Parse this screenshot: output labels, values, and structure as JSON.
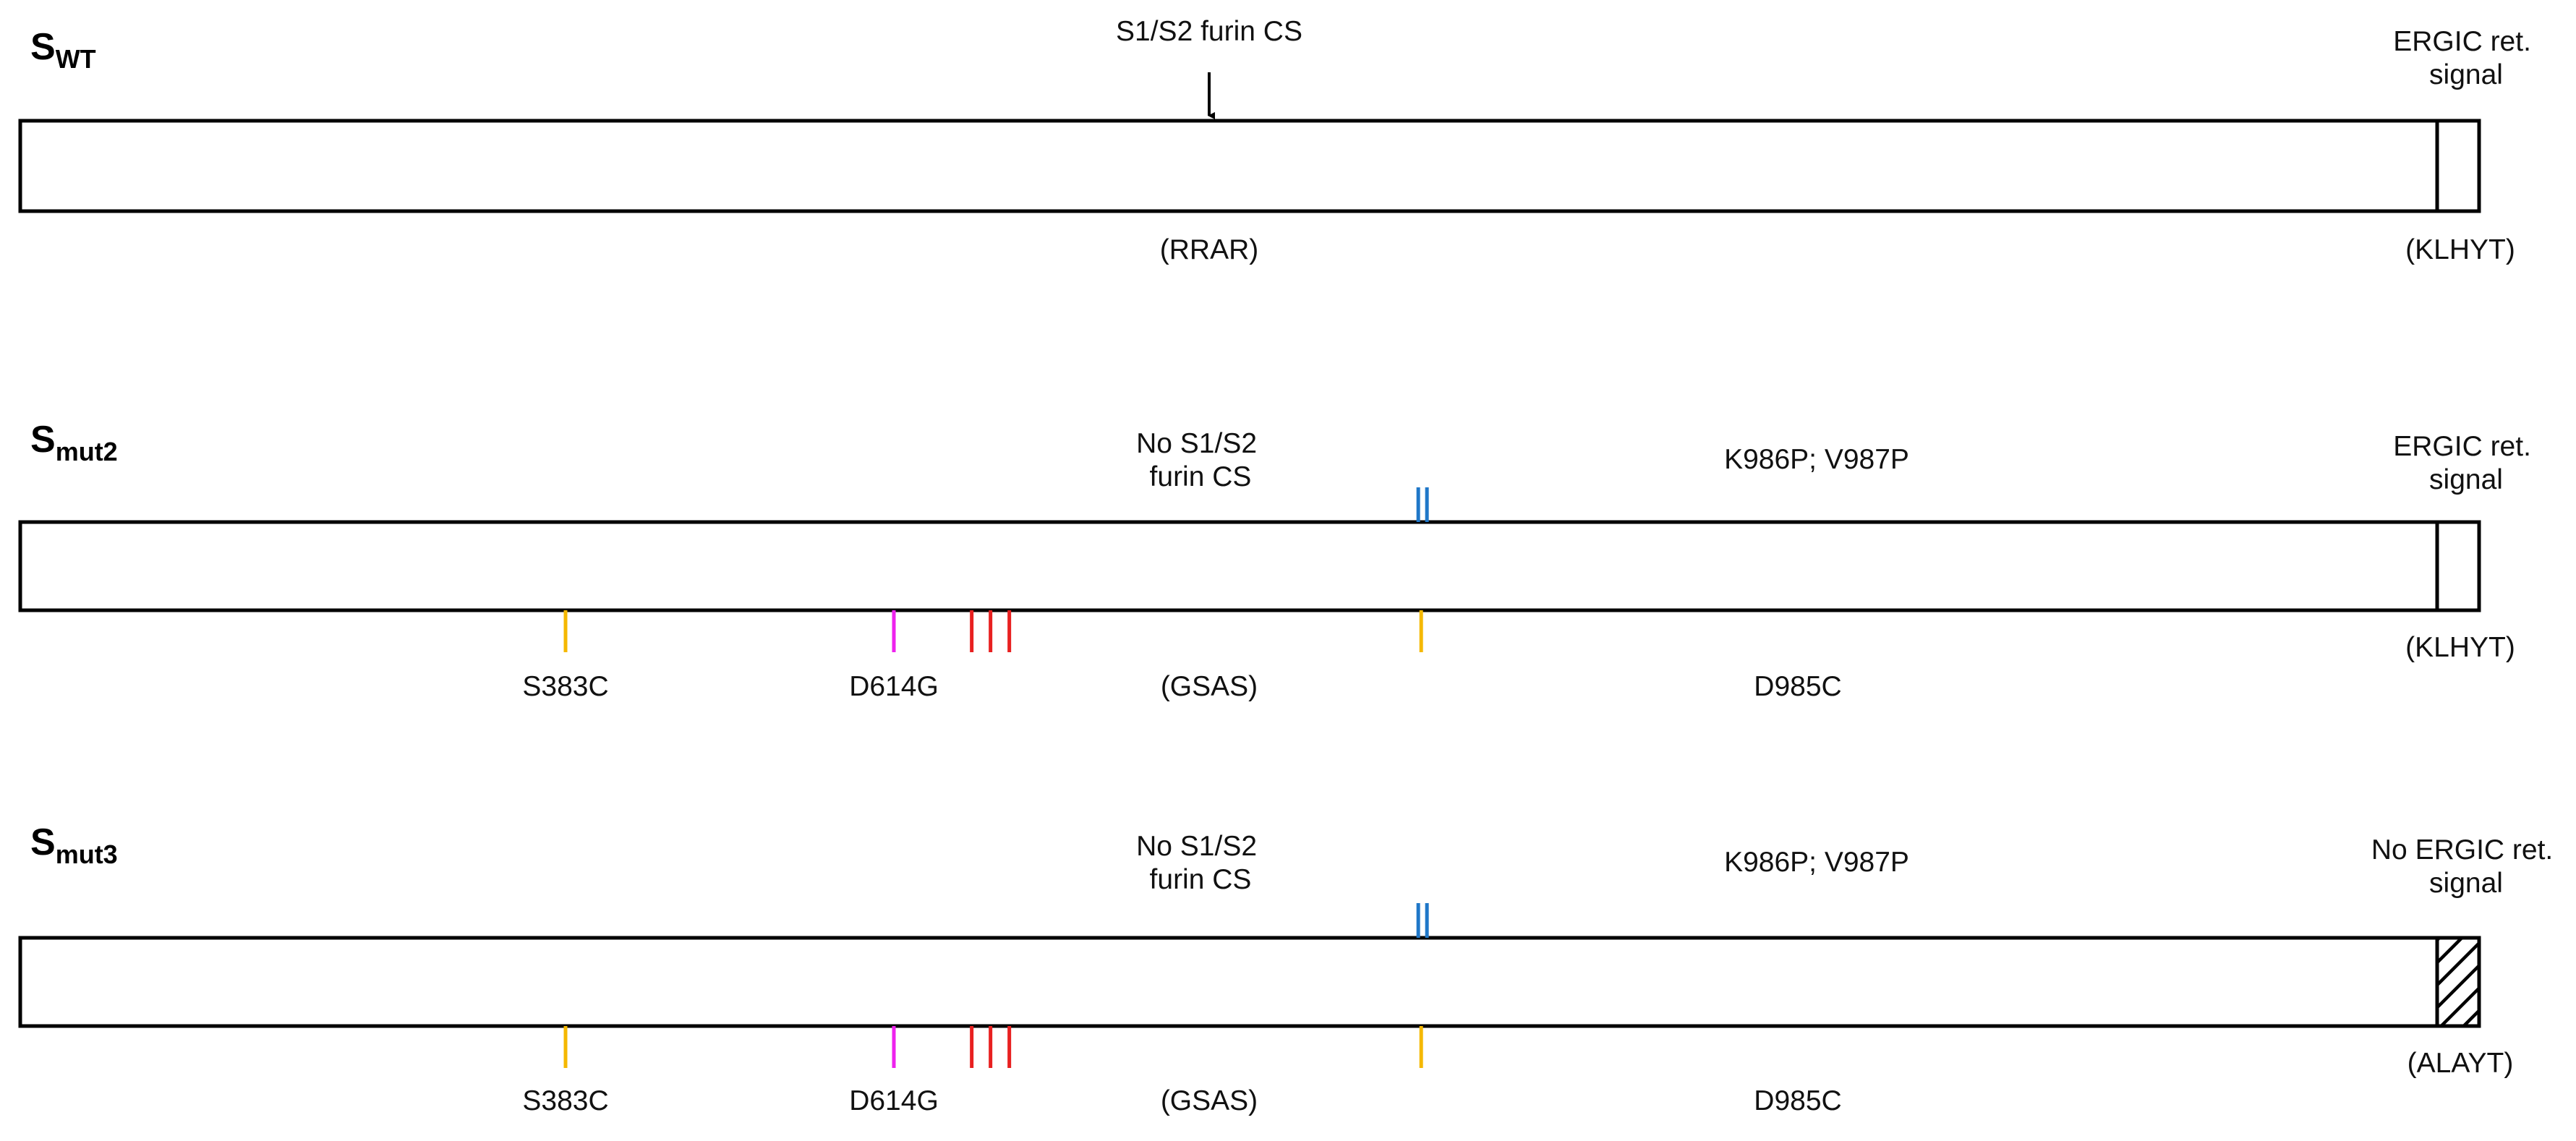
{
  "constructs": [
    {
      "name_main": "S",
      "name_sub": "WT",
      "terminal_style": "open",
      "markers": [],
      "labels": {
        "cleavage_site_top": [
          "S1/S2 furin CS"
        ],
        "cleavage_site_bottom": "(RRAR)",
        "ergic_top": [
          "ERGIC ret.",
          "signal"
        ],
        "ergic_bottom": "(KLHYT)",
        "proline_top": "",
        "mutations_bottom": []
      }
    },
    {
      "name_main": "S",
      "name_sub": "mut2",
      "terminal_style": "open",
      "markers": [
        {
          "position": 383,
          "side": "bottom",
          "color": "#f5b800",
          "count": 1
        },
        {
          "position": 614,
          "side": "bottom",
          "color": "#ee22ee",
          "count": 1
        },
        {
          "position": 682,
          "side": "bottom",
          "color": "#e82020",
          "count": 3
        },
        {
          "position": 985,
          "side": "bottom",
          "color": "#f5b800",
          "count": 1
        },
        {
          "position": 986,
          "side": "top",
          "color": "#1f77c8",
          "count": 2
        }
      ],
      "labels": {
        "cleavage_site_top": [
          "No S1/S2",
          "furin CS"
        ],
        "cleavage_site_bottom": "(GSAS)",
        "ergic_top": [
          "ERGIC ret.",
          "signal"
        ],
        "ergic_bottom": "(KLHYT)",
        "proline_top": "K986P; V987P",
        "mutations_bottom": [
          "S383C",
          "D614G",
          "D985C"
        ]
      }
    },
    {
      "name_main": "S",
      "name_sub": "mut3",
      "terminal_style": "hatched",
      "markers": [
        {
          "position": 383,
          "side": "bottom",
          "color": "#f5b800",
          "count": 1
        },
        {
          "position": 614,
          "side": "bottom",
          "color": "#ee22ee",
          "count": 1
        },
        {
          "position": 682,
          "side": "bottom",
          "color": "#e82020",
          "count": 3
        },
        {
          "position": 985,
          "side": "bottom",
          "color": "#f5b800",
          "count": 1
        },
        {
          "position": 986,
          "side": "top",
          "color": "#1f77c8",
          "count": 2
        }
      ],
      "labels": {
        "cleavage_site_top": [
          "No S1/S2",
          "furin CS"
        ],
        "cleavage_site_bottom": "(GSAS)",
        "ergic_top": [
          "No ERGIC ret.",
          "signal"
        ],
        "ergic_bottom": "(ALAYT)",
        "proline_top": "K986P; V987P",
        "mutations_bottom": [
          "S383C",
          "D614G",
          "D985C"
        ]
      }
    }
  ]
}
